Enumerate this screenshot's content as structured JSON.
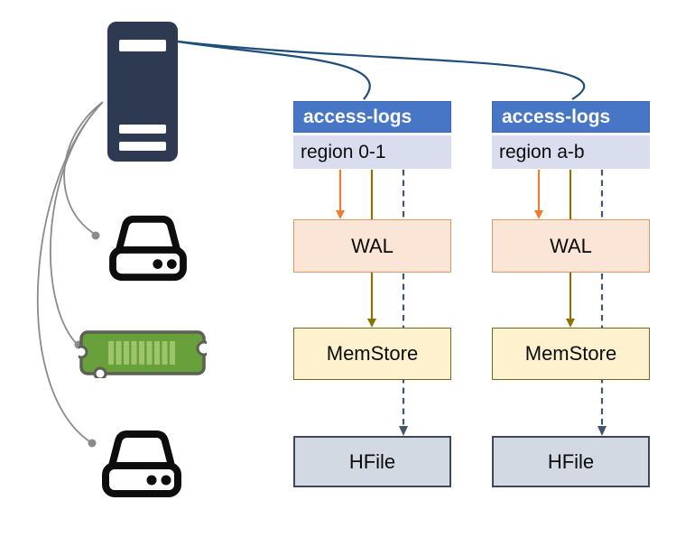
{
  "columns": [
    {
      "header": "access-logs",
      "region": "region 0-1",
      "wal_label": "WAL",
      "memstore_label": "MemStore",
      "hfile_label": "HFile"
    },
    {
      "header": "access-logs",
      "region": "region a-b",
      "wal_label": "WAL",
      "memstore_label": "MemStore",
      "hfile_label": "HFile"
    }
  ],
  "left_icons": {
    "server": "server-tower",
    "disk_top": "hard-drive",
    "memory": "ram-memory-stick",
    "disk_bottom": "hard-drive"
  },
  "connectors": {
    "server_to_tables": "solid dark blue curves from server to each access-logs header",
    "server_to_devices": "gray curves with dot ends from server to disk, memory, disk",
    "region_to_wal": "solid orange arrow",
    "region_to_memstore": "solid dark-yellow arrow through WAL",
    "region_to_hfile": "dashed slate arrow through WAL and MemStore"
  },
  "colors": {
    "header_bg": "#4676c5",
    "region_bg": "#d9ddee",
    "wal_bg": "#fbe5d6",
    "wal_border": "#dd9964",
    "memstore_bg": "#fdf2cd",
    "memstore_border": "#6e6820",
    "hfile_bg": "#d3d9e3",
    "hfile_border": "#3d4755",
    "server_fill": "#2d3a52",
    "connector_gray": "#8b8b8b",
    "connector_blue": "#1f4e79",
    "arrow_orange": "#ed7d31",
    "arrow_olive": "#8a7300",
    "arrow_dashed": "#44546a",
    "ram_green": "#68a03c",
    "ram_chip_green": "#9ec46c"
  }
}
